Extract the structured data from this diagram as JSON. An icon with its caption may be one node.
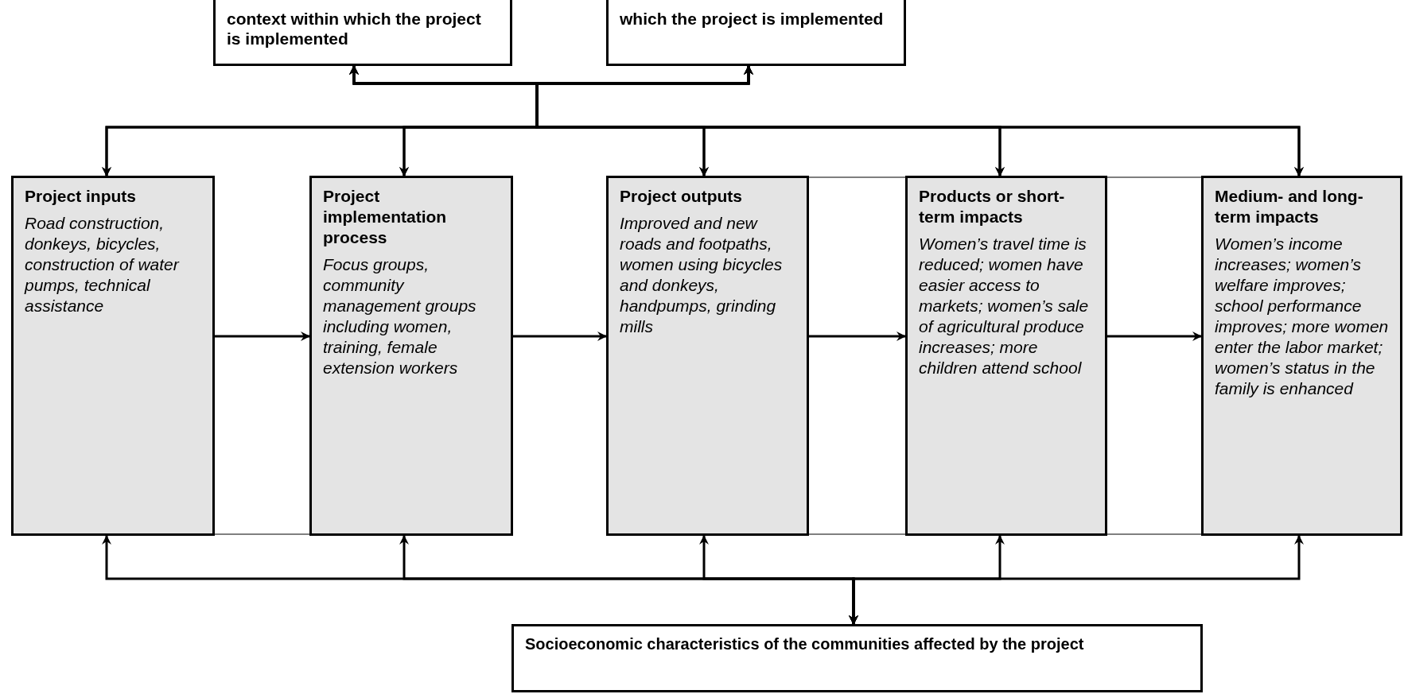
{
  "diagram": {
    "nodes": [
      {
        "text": [
          "context within which the project is implemented"
        ]
      },
      {
        "text": [
          "which the project is implemented"
        ]
      },
      {
        "text": [
          "Project inputs",
          "Road construction, donkeys, bicycles, construction of water pumps, technical assistance"
        ]
      },
      {
        "text": [
          "Project implementation process",
          "Focus groups, community management groups including women, training, female extension workers"
        ]
      },
      {
        "text": [
          "Project outputs",
          "Improved and new roads and footpaths, women using bicycles and donkeys, handpumps, grinding mills"
        ]
      },
      {
        "text": [
          "Products or short-term impacts",
          "Women’s travel time is reduced; women have easier access to markets; women’s sale of agricultural produce increases; more children attend school"
        ]
      },
      {
        "text": [
          "Medium- and long-term impacts",
          "Women’s income increases; women’s welfare improves; school performance improves; more women enter the labor market; women’s status in the family is enhanced"
        ]
      },
      {
        "text": [
          "Socioeconomic characteristics of the communities affected by the project"
        ]
      }
    ],
    "edges": [
      {
        "from": 0,
        "to": 2,
        "arrow": "both"
      },
      {
        "from": 0,
        "to": 3,
        "arrow": "both"
      },
      {
        "from": 0,
        "to": 4,
        "arrow": "both"
      },
      {
        "from": 0,
        "to": 5,
        "arrow": "both"
      },
      {
        "from": 0,
        "to": 6,
        "arrow": "both"
      },
      {
        "from": 1,
        "to": 2,
        "arrow": "both"
      },
      {
        "from": 1,
        "to": 3,
        "arrow": "both"
      },
      {
        "from": 1,
        "to": 4,
        "arrow": "both"
      },
      {
        "from": 1,
        "to": 5,
        "arrow": "both"
      },
      {
        "from": 1,
        "to": 6,
        "arrow": "both"
      },
      {
        "from": 7,
        "to": 2,
        "arrow": "both"
      },
      {
        "from": 7,
        "to": 3,
        "arrow": "both"
      },
      {
        "from": 7,
        "to": 4,
        "arrow": "both"
      },
      {
        "from": 7,
        "to": 5,
        "arrow": "both"
      },
      {
        "from": 7,
        "to": 6,
        "arrow": "both"
      },
      {
        "from": 2,
        "to": 3,
        "arrow": "to"
      },
      {
        "from": 3,
        "to": 4,
        "arrow": "to"
      },
      {
        "from": 4,
        "to": 5,
        "arrow": "to"
      },
      {
        "from": 5,
        "to": 6,
        "arrow": "to"
      },
      {
        "from": 2,
        "to": 3,
        "arrow": "none"
      },
      {
        "from": 4,
        "to": 5,
        "arrow": "none"
      },
      {
        "from": 4,
        "to": 5,
        "arrow": "none"
      },
      {
        "from": 5,
        "to": 6,
        "arrow": "none"
      },
      {
        "from": 5,
        "to": 6,
        "arrow": "none"
      }
    ]
  }
}
